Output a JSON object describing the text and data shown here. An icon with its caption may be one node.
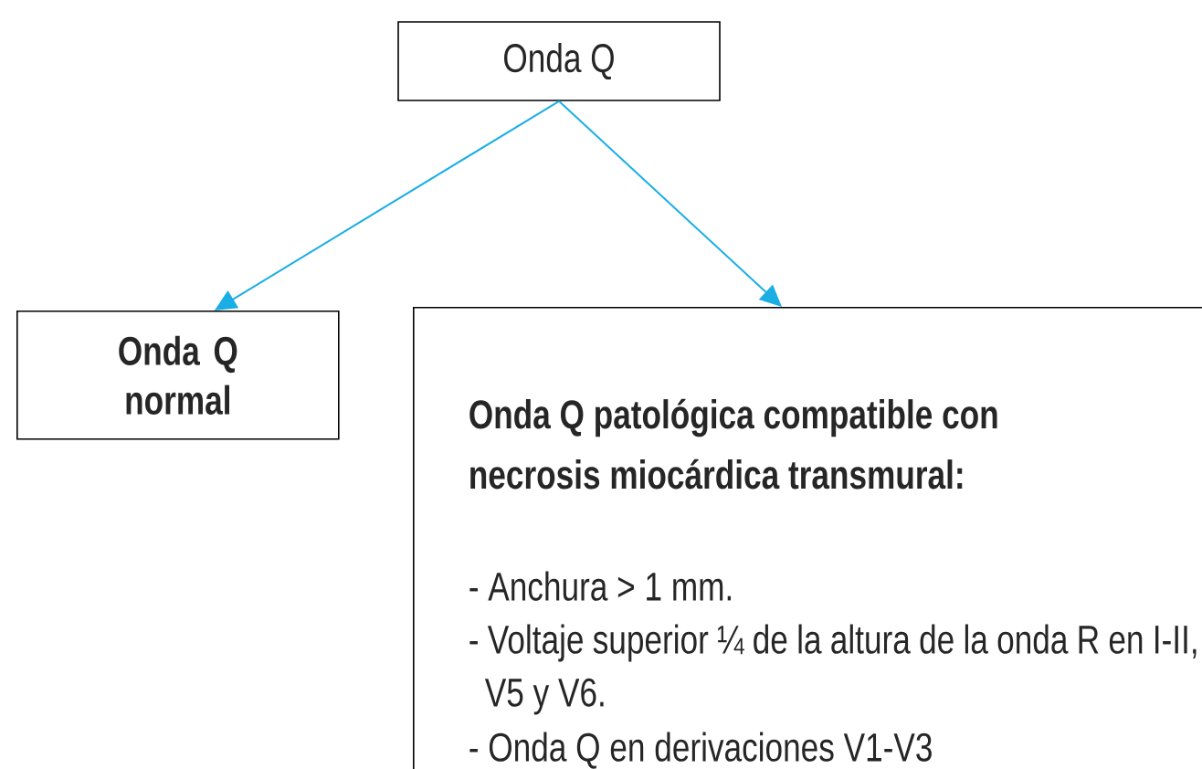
{
  "diagram": {
    "nodes": [
      {
        "text": [
          "Onda Q"
        ]
      },
      {
        "text": [
          "Onda Q normal"
        ]
      },
      {
        "text": [
          "Onda Q patológica compatible con necrosis miocárdica transmural:",
          "- Anchura > 1 mm.",
          "- Voltaje superior ¼ de la altura de la onda R en I-II, V5 y V6.",
          "- Onda Q en derivaciones V1-V3"
        ]
      }
    ],
    "edges": [
      {
        "from": 0,
        "to": 1,
        "arrow": "to",
        "color": "#1aaee5"
      },
      {
        "from": 0,
        "to": 2,
        "arrow": "to",
        "color": "#1aaee5"
      }
    ]
  }
}
